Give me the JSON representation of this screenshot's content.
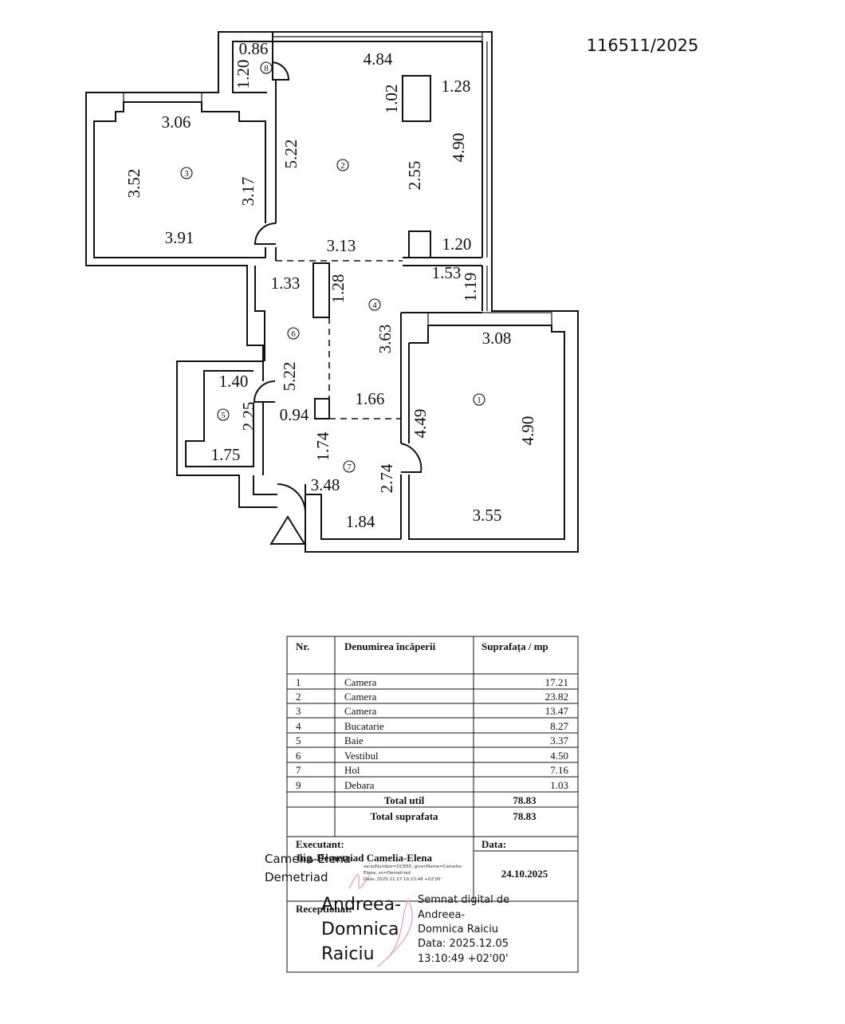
{
  "document": {
    "number": "116511/2025"
  },
  "plan": {
    "dimensions": [
      "0.86",
      "1.20",
      "4.84",
      "1.02",
      "1.28",
      "3.06",
      "5.22",
      "4.90",
      "3.52",
      "3.17",
      "2.55",
      "3.91",
      "3.13",
      "1.20",
      "1.33",
      "1.28",
      "1.53",
      "1.19",
      "3.63",
      "3.08",
      "1.40",
      "5.22",
      "1.66",
      "2.25",
      "0.94",
      "4.49",
      "4.90",
      "1.75",
      "1.74",
      "2.74",
      "3.48",
      "1.84",
      "3.55"
    ],
    "room_markers": [
      "8",
      "3",
      "2",
      "4",
      "6",
      "1",
      "5",
      "7"
    ]
  },
  "table": {
    "headers": [
      "Nr.",
      "Denumirea încăperii",
      "Suprafața / mp"
    ],
    "rows": [
      {
        "nr": "1",
        "name": "Camera",
        "area": "17.21"
      },
      {
        "nr": "2",
        "name": "Camera",
        "area": "23.82"
      },
      {
        "nr": "3",
        "name": "Camera",
        "area": "13.47"
      },
      {
        "nr": "4",
        "name": "Bucatarie",
        "area": "8.27"
      },
      {
        "nr": "5",
        "name": "Baie",
        "area": "3.37"
      },
      {
        "nr": "6",
        "name": "Vestibul",
        "area": "4.50"
      },
      {
        "nr": "7",
        "name": "Hol",
        "area": "7.16"
      },
      {
        "nr": "9",
        "name": "Debara",
        "area": "1.03"
      }
    ],
    "total_util_label": "Total util",
    "total_util": "78.83",
    "total_label": "Total suprafata",
    "total": "78.83"
  },
  "executant": {
    "label": "Executant:",
    "name": "Ing. Demetriad Camelia-Elena",
    "signature_lines": [
      "Camelia-Elena",
      "Demetriad"
    ],
    "stamp_lines": [
      "serialNumber=DCE65, givenName=Camelia-",
      "Elena, sn=Demetriad",
      "Date: 2025.11.27 19:23:48 +02'00'"
    ]
  },
  "date": {
    "label": "Data:",
    "value": "24.10.2025"
  },
  "receptionat": {
    "label": "Receptionat:",
    "signature_lines": [
      "Andreea-",
      "Domnica",
      "Raiciu"
    ],
    "stamp_lines": [
      "Semnat digital de",
      "Andreea-",
      "Domnica Raiciu",
      "Data: 2025.12.05",
      "13:10:49 +02'00'"
    ]
  },
  "colors": {
    "ink": "#111111",
    "signature": "#e9a8b5"
  }
}
